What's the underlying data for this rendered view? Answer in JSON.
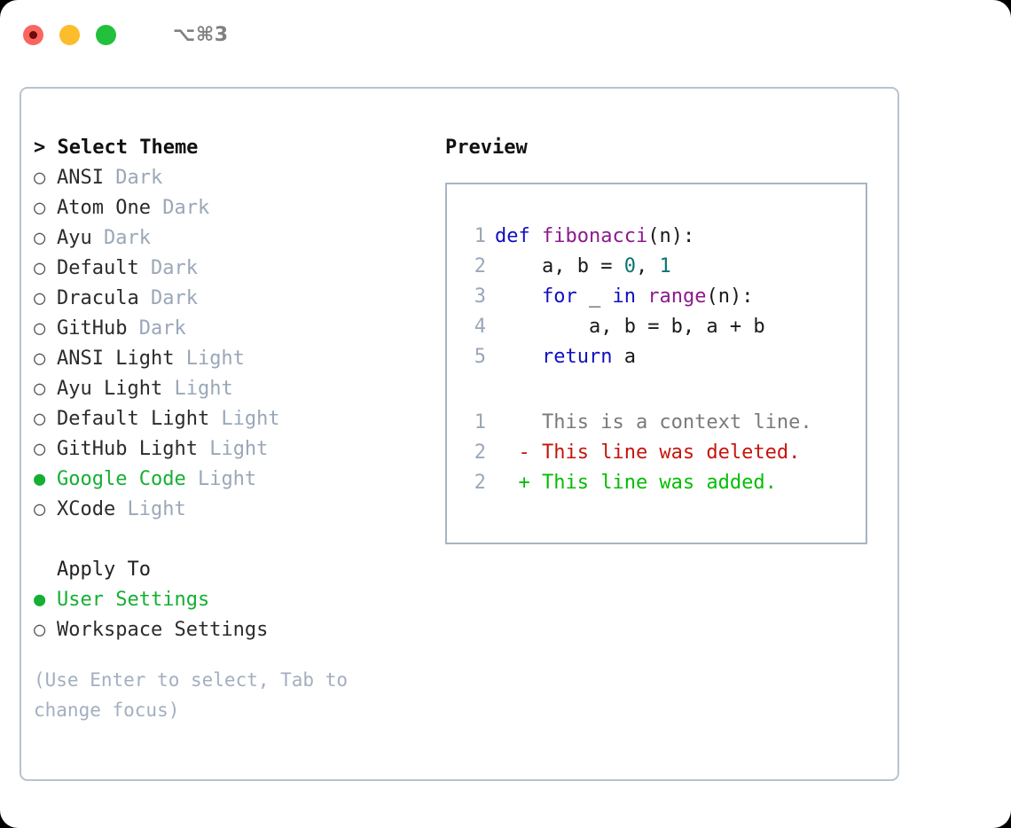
{
  "titlebar": {
    "shortcut": "⌥⌘3",
    "buttons": [
      {
        "name": "close",
        "color": "#f9655f"
      },
      {
        "name": "minimize",
        "color": "#fdbc2c"
      },
      {
        "name": "zoom",
        "color": "#22c03c"
      }
    ]
  },
  "theme_picker": {
    "heading": "> Select Theme",
    "marker_selected": "●",
    "marker_unselected": "○",
    "accent_color": "#15af33",
    "items": [
      {
        "marker": "○",
        "name": "ANSI",
        "kind": "Dark",
        "selected": false
      },
      {
        "marker": "○",
        "name": "Atom One",
        "kind": "Dark",
        "selected": false
      },
      {
        "marker": "○",
        "name": "Ayu",
        "kind": "Dark",
        "selected": false
      },
      {
        "marker": "○",
        "name": "Default",
        "kind": "Dark",
        "selected": false
      },
      {
        "marker": "○",
        "name": "Dracula",
        "kind": "Dark",
        "selected": false
      },
      {
        "marker": "○",
        "name": "GitHub",
        "kind": "Dark",
        "selected": false
      },
      {
        "marker": "○",
        "name": "ANSI Light",
        "kind": "Light",
        "selected": false
      },
      {
        "marker": "○",
        "name": "Ayu Light",
        "kind": "Light",
        "selected": false
      },
      {
        "marker": "○",
        "name": "Default Light",
        "kind": "Light",
        "selected": false
      },
      {
        "marker": "○",
        "name": "GitHub Light",
        "kind": "Light",
        "selected": false
      },
      {
        "marker": "●",
        "name": "Google Code",
        "kind": "Light",
        "selected": true
      },
      {
        "marker": "○",
        "name": "XCode",
        "kind": "Light",
        "selected": false
      }
    ]
  },
  "apply_to": {
    "heading": "Apply To",
    "items": [
      {
        "marker": "●",
        "name": "User Settings",
        "selected": true
      },
      {
        "marker": "○",
        "name": "Workspace Settings",
        "selected": false
      }
    ]
  },
  "hint": "(Use Enter to select, Tab to change focus)",
  "preview": {
    "title": "Preview",
    "code_lines": [
      {
        "no": "1",
        "indent": "",
        "tokens": [
          {
            "t": "def",
            "c": "kw"
          },
          {
            "t": " ",
            "c": "txt"
          },
          {
            "t": "fibonacci",
            "c": "fn"
          },
          {
            "t": "(n):",
            "c": "txt"
          }
        ]
      },
      {
        "no": "2",
        "indent": "    ",
        "tokens": [
          {
            "t": "a, b = ",
            "c": "txt"
          },
          {
            "t": "0",
            "c": "num"
          },
          {
            "t": ", ",
            "c": "txt"
          },
          {
            "t": "1",
            "c": "num"
          }
        ]
      },
      {
        "no": "3",
        "indent": "    ",
        "tokens": [
          {
            "t": "for",
            "c": "kw"
          },
          {
            "t": " _ ",
            "c": "txt"
          },
          {
            "t": "in",
            "c": "kw"
          },
          {
            "t": " ",
            "c": "txt"
          },
          {
            "t": "range",
            "c": "fn"
          },
          {
            "t": "(n):",
            "c": "txt"
          }
        ]
      },
      {
        "no": "4",
        "indent": "        ",
        "tokens": [
          {
            "t": "a, b = b, a + b",
            "c": "txt"
          }
        ]
      },
      {
        "no": "5",
        "indent": "    ",
        "tokens": [
          {
            "t": "return",
            "c": "kw"
          },
          {
            "t": " a",
            "c": "txt"
          }
        ]
      }
    ],
    "diff_lines": [
      {
        "no": "1",
        "sign": " ",
        "text": "This is a context line.",
        "kind": "ctx"
      },
      {
        "no": "2",
        "sign": "-",
        "text": "This line was deleted.",
        "kind": "del"
      },
      {
        "no": "2",
        "sign": "+",
        "text": "This line was added.",
        "kind": "add"
      }
    ]
  }
}
